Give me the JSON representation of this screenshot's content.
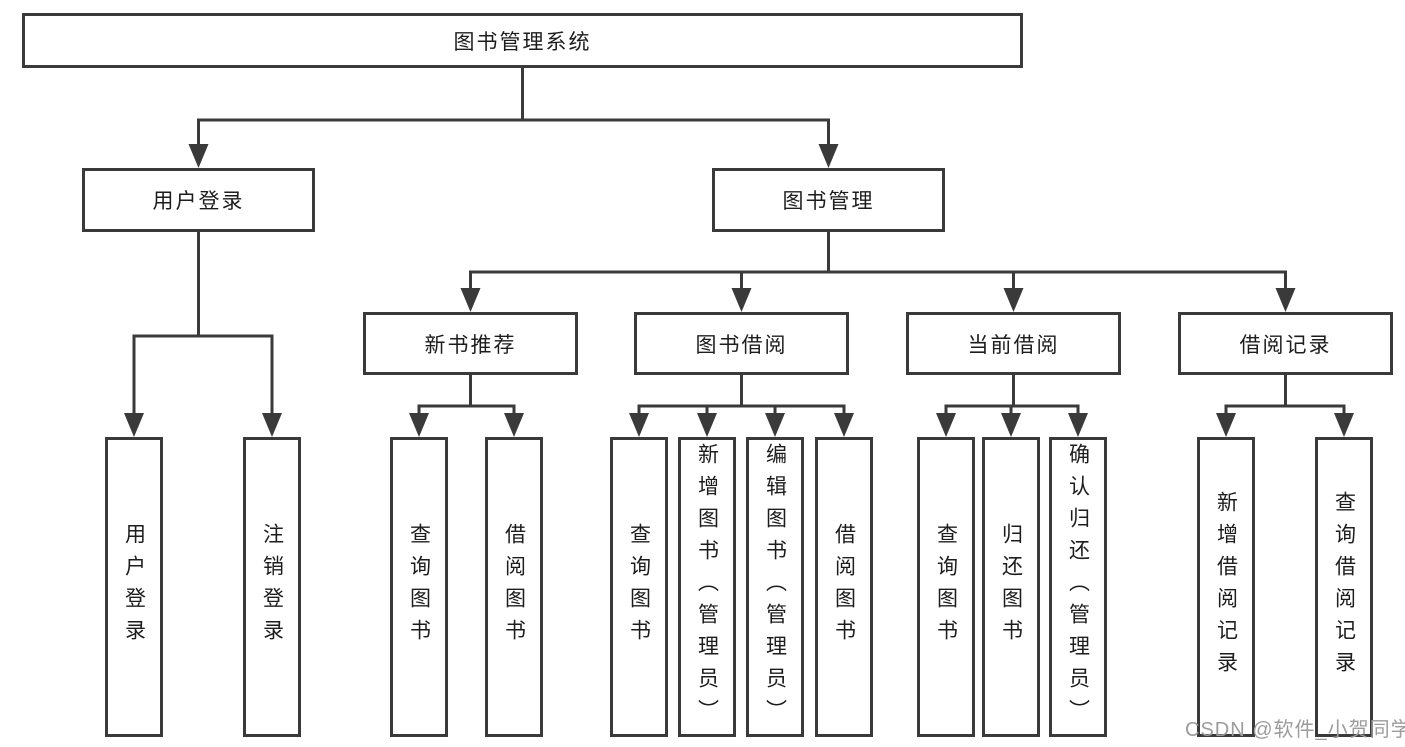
{
  "diagram_type": "hierarchy-tree",
  "structure": {
    "root": "图书管理系统",
    "children": [
      {
        "label": "用户登录",
        "children": [
          "用户登录",
          "注销登录"
        ]
      },
      {
        "label": "图书管理",
        "children": [
          {
            "label": "新书推荐",
            "children": [
              "查询图书",
              "借阅图书"
            ]
          },
          {
            "label": "图书借阅",
            "children": [
              "查询图书",
              "新增图书（管理员）",
              "编辑图书（管理员）",
              "借阅图书"
            ]
          },
          {
            "label": "当前借阅",
            "children": [
              "查询图书",
              "归还图书",
              "确认归还（管理员）"
            ]
          },
          {
            "label": "借阅记录",
            "children": [
              "新增借阅记录",
              "查询借阅记录"
            ]
          }
        ]
      }
    ]
  },
  "watermark": "CSDN @软件_小贺同学",
  "colors": {
    "line": "#3a3a3a",
    "box_border": "#3a3a3a",
    "text": "#1d1d1d",
    "watermark": "#9c9c9c",
    "background": "#ffffff"
  }
}
